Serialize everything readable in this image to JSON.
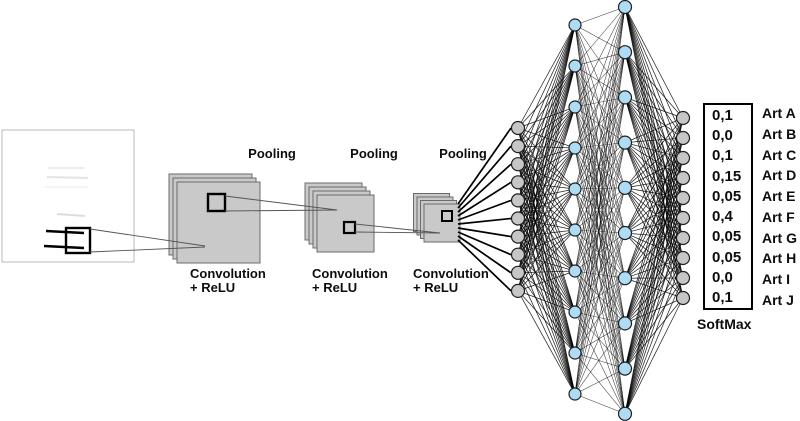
{
  "stages": [
    {
      "pooling": "Pooling",
      "conv": "Convolution",
      "relu": "+ ReLU"
    },
    {
      "pooling": "Pooling",
      "conv": "Convolution",
      "relu": "+ ReLU"
    },
    {
      "pooling": "Pooling",
      "conv": "Convolution",
      "relu": "+ ReLU"
    }
  ],
  "softmax_label": "SoftMax",
  "outputs": [
    {
      "value": "0,1",
      "label": "Art A"
    },
    {
      "value": "0,0",
      "label": "Art B"
    },
    {
      "value": "0,1",
      "label": "Art C"
    },
    {
      "value": "0,15",
      "label": "Art D"
    },
    {
      "value": "0,05",
      "label": "Art E"
    },
    {
      "value": "0,4",
      "label": "Art F"
    },
    {
      "value": "0,05",
      "label": "Art G"
    },
    {
      "value": "0,05",
      "label": "Art H"
    },
    {
      "value": "0,0",
      "label": "Art I"
    },
    {
      "value": "0,1",
      "label": "Art J"
    }
  ],
  "network": {
    "layers": [
      {
        "name": "flatten-input",
        "count": 10,
        "node_color": "#c6c6c6"
      },
      {
        "name": "hidden-1",
        "count": 10,
        "node_color": "#aedcf4"
      },
      {
        "name": "hidden-2",
        "count": 10,
        "node_color": "#aedcf4"
      },
      {
        "name": "output",
        "count": 10,
        "node_color": "#c6c6c6"
      }
    ]
  },
  "colors": {
    "node_blue": "#aedcf4",
    "node_gray": "#c6c6c6",
    "node_stroke": "#1f1f1f",
    "stack_fill": "#c9c9c9",
    "stack_border": "#6b6b6b",
    "connection_line": "#000000",
    "thin_guide_line": "#555555",
    "input_image_border": "#c4c4c4"
  }
}
